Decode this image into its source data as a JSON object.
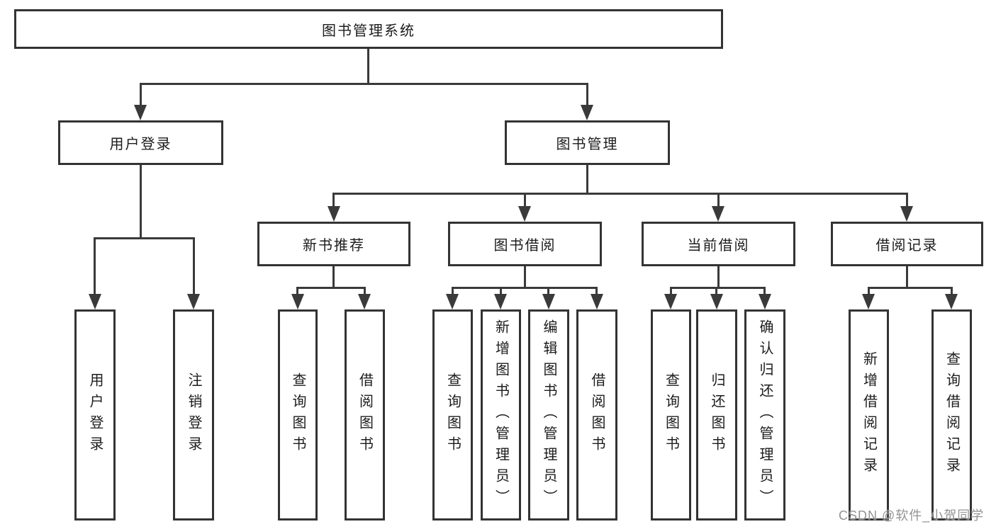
{
  "colors": {
    "line": "#3a3a3a",
    "border": "#333333",
    "text": "#1c1c1c",
    "watermark": "#939393",
    "background": "#ffffff"
  },
  "tree": {
    "label": "图书管理系统",
    "children": [
      {
        "label": "用户登录",
        "children": [
          {
            "label": "用户登录"
          },
          {
            "label": "注销登录"
          }
        ]
      },
      {
        "label": "图书管理",
        "children": [
          {
            "label": "新书推荐",
            "children": [
              {
                "label": "查询图书"
              },
              {
                "label": "借阅图书"
              }
            ]
          },
          {
            "label": "图书借阅",
            "children": [
              {
                "label": "查询图书"
              },
              {
                "label": "新增图书（管理员）"
              },
              {
                "label": "编辑图书（管理员）"
              },
              {
                "label": "借阅图书"
              }
            ]
          },
          {
            "label": "当前借阅",
            "children": [
              {
                "label": "查询图书"
              },
              {
                "label": "归还图书"
              },
              {
                "label": "确认归还（管理员）"
              }
            ]
          },
          {
            "label": "借阅记录",
            "children": [
              {
                "label": "新增借阅记录"
              },
              {
                "label": "查询借阅记录"
              }
            ]
          }
        ]
      }
    ]
  },
  "watermark": {
    "text": "CSDN @软件_小贺同学"
  }
}
